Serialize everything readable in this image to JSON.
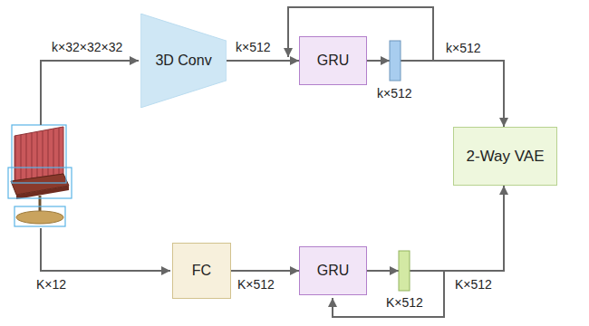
{
  "diagram": {
    "nodes": [
      {
        "text": [
          "3D Conv"
        ]
      },
      {
        "text": [
          "GRU"
        ]
      },
      {
        "text": [
          "2-Way VAE"
        ]
      },
      {
        "text": [
          "FC"
        ]
      },
      {
        "text": [
          "GRU"
        ]
      }
    ],
    "edges": [
      {
        "from": 0,
        "to": 1,
        "arrow": "to",
        "label": "k×512"
      },
      {
        "from": 1,
        "to": 2,
        "arrow": "to",
        "label": "k×512"
      },
      {
        "from": 3,
        "to": 4,
        "arrow": "to",
        "label": "K×512"
      },
      {
        "from": 4,
        "to": 2,
        "arrow": "to",
        "label": "K×512"
      }
    ],
    "labels": [
      "k×32×32×32",
      "k×512",
      "K×12",
      "K×512"
    ]
  }
}
